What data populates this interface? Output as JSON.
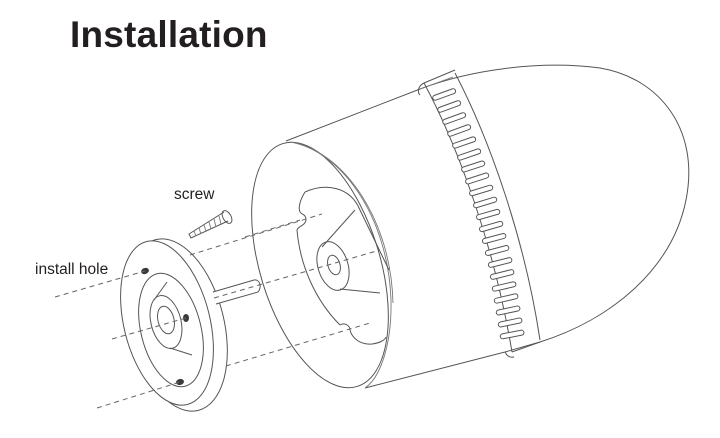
{
  "title": "Installation",
  "labels": {
    "screw": "screw",
    "install_hole": "install hole"
  },
  "parts": [
    {
      "name": "mount-base",
      "description": "round mounting plate with three install holes"
    },
    {
      "name": "screw",
      "description": "wood/self-tapping screw"
    },
    {
      "name": "camera-body",
      "description": "bullet-shaped camera housing with rear mounting cavity"
    },
    {
      "name": "hose-clamp",
      "description": "slotted metal strap band around camera body"
    }
  ],
  "colors": {
    "text": "#231f20",
    "line": "#555555",
    "background": "#ffffff"
  }
}
